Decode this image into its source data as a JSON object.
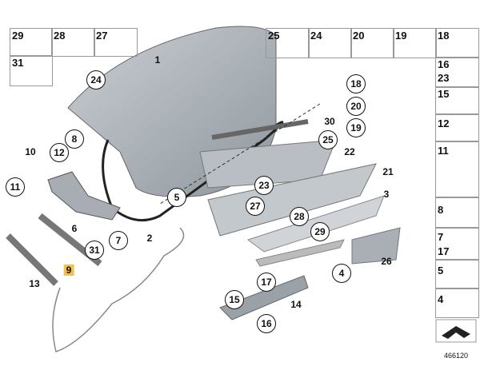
{
  "top_left_boxes": [
    "29",
    "28",
    "27",
    "31"
  ],
  "top_right_boxes": [
    "25",
    "24",
    "20",
    "19",
    "18"
  ],
  "right_column": [
    "16",
    "23",
    "15",
    "12",
    "11",
    "8",
    "7",
    "17",
    "5",
    "4"
  ],
  "callouts": {
    "c24": "24",
    "c18": "18",
    "c20": "20",
    "c19": "19",
    "c25": "25",
    "c23": "23",
    "c27": "27",
    "c28": "28",
    "c29": "29",
    "c12": "12",
    "c8": "8",
    "c11": "11",
    "c5": "5",
    "c7": "7",
    "c31": "31",
    "c4": "4",
    "c17": "17",
    "c15": "15",
    "c16": "16"
  },
  "labels": {
    "l1": "1",
    "l30": "30",
    "l22": "22",
    "l21": "21",
    "l3": "3",
    "l10": "10",
    "l6": "6",
    "l2": "2",
    "l13": "13",
    "l14": "14",
    "l26": "26"
  },
  "highlighted": "9",
  "highlight_color": "#f2c14e",
  "diagram_id": "466120"
}
